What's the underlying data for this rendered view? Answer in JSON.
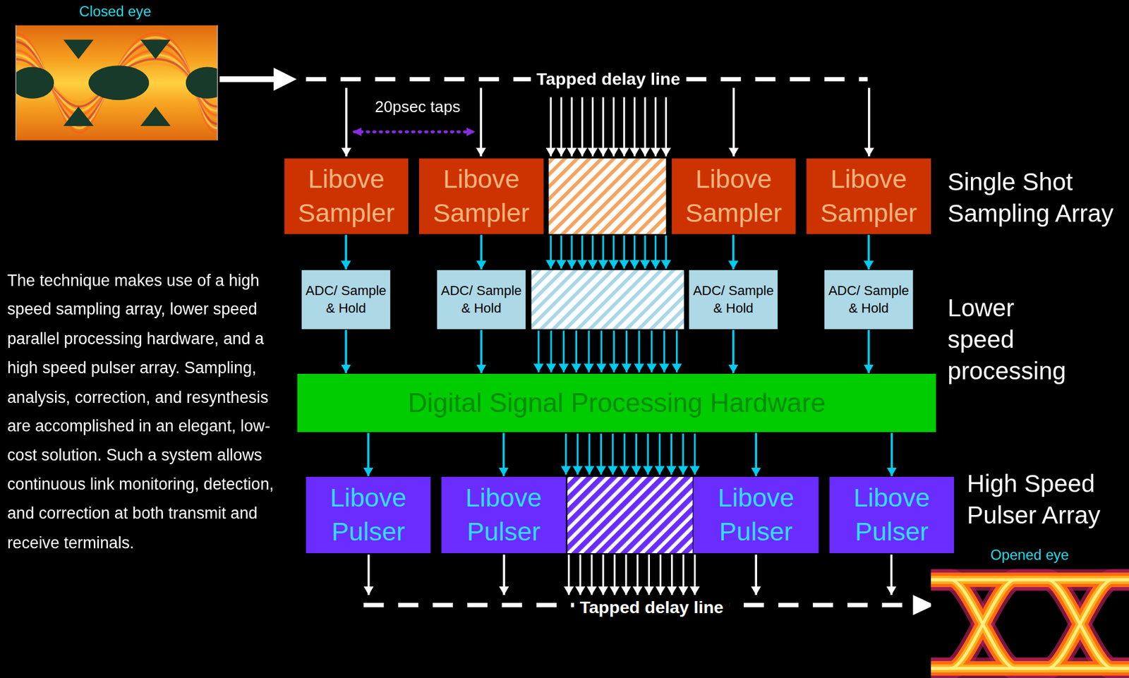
{
  "diagram": {
    "nodes": [
      {
        "text": [
          "Libove Sampler"
        ]
      },
      {
        "text": [
          "Libove Sampler"
        ]
      },
      {
        "text": [
          "Libove Sampler"
        ]
      },
      {
        "text": [
          "Libove Sampler"
        ]
      },
      {
        "text": [
          "ADC/ Sample & Hold"
        ]
      },
      {
        "text": [
          "ADC/ Sample & Hold"
        ]
      },
      {
        "text": [
          "ADC/ Sample & Hold"
        ]
      },
      {
        "text": [
          "ADC/ Sample & Hold"
        ]
      },
      {
        "text": [
          "Digital Signal Processing Hardware"
        ]
      },
      {
        "text": [
          "Libove Pulser"
        ]
      },
      {
        "text": [
          "Libove Pulser"
        ]
      },
      {
        "text": [
          "Libove Pulser"
        ]
      },
      {
        "text": [
          "Libove Pulser"
        ]
      }
    ],
    "edges": [
      {
        "from": 0,
        "to": 4,
        "arrow": "to"
      },
      {
        "from": 1,
        "to": 5,
        "arrow": "to"
      },
      {
        "from": 2,
        "to": 6,
        "arrow": "to"
      },
      {
        "from": 3,
        "to": 7,
        "arrow": "to"
      },
      {
        "from": 4,
        "to": 8,
        "arrow": "to"
      },
      {
        "from": 5,
        "to": 8,
        "arrow": "to"
      },
      {
        "from": 6,
        "to": 8,
        "arrow": "to"
      },
      {
        "from": 7,
        "to": 8,
        "arrow": "to"
      },
      {
        "from": 8,
        "to": 9,
        "arrow": "to"
      },
      {
        "from": 8,
        "to": 10,
        "arrow": "to"
      },
      {
        "from": 8,
        "to": 11,
        "arrow": "to"
      },
      {
        "from": 8,
        "to": 12,
        "arrow": "to"
      }
    ],
    "labels": [
      "Closed eye",
      "Tapped delay line",
      "20psec taps",
      "Single Shot Sampling Array",
      "Lower speed processing",
      "The technique makes use of a high speed sampling array, lower speed parallel processing hardware, and a high speed pulser array. Sampling, analysis, correction, and resynthesis are accomplished in an elegant, low-cost solution. Such a system allows continuous link monitoring, detection, and correction at both transmit and receive terminals.",
      "High Speed Pulser Array",
      "Tapped delay line",
      "Opened eye"
    ]
  }
}
